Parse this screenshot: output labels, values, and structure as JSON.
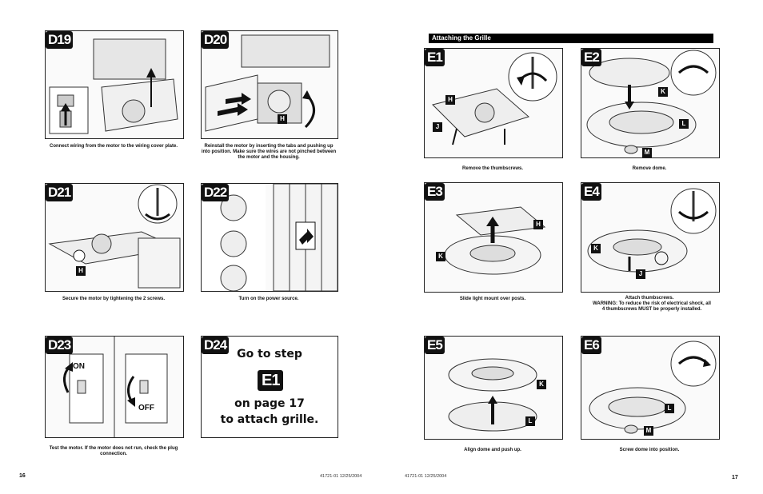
{
  "left_page": {
    "page_number": "16",
    "footer_id": "41721-01 12/25/2004",
    "steps": [
      {
        "id": "D19",
        "caption": "Connect wiring from the motor to the wiring cover plate.",
        "callouts": []
      },
      {
        "id": "D20",
        "caption": "Reinstall the motor by inserting the tabs and pushing up into position. Make sure the wires are not pinched between the motor and the housing.",
        "callouts": [
          "H"
        ]
      },
      {
        "id": "D21",
        "caption": "Secure the motor by tightening the 2 screws.",
        "callouts": [
          "H"
        ]
      },
      {
        "id": "D22",
        "caption": "Turn on the power source.",
        "callouts": []
      },
      {
        "id": "D23",
        "caption": "Test the motor. If the motor does not run, check the plug connection.",
        "switch_on": "ON",
        "switch_off": "OFF"
      },
      {
        "id": "D24",
        "goto_line1": "Go to step",
        "goto_step": "E1",
        "goto_line2": "on page 17",
        "goto_line3": "to attach grille."
      }
    ]
  },
  "right_page": {
    "page_number": "17",
    "footer_id": "41721-01 12/25/2004",
    "section_title": "Attaching the Grille",
    "steps": [
      {
        "id": "E1",
        "caption": "Remove the thumbscrews.",
        "callouts": [
          "H",
          "J"
        ]
      },
      {
        "id": "E2",
        "caption": "Remove dome.",
        "callouts": [
          "K",
          "L",
          "M"
        ]
      },
      {
        "id": "E3",
        "caption": "Slide light mount over posts.",
        "callouts": [
          "H",
          "K"
        ]
      },
      {
        "id": "E4",
        "caption": "Attach thumbscrews.",
        "warning": "WARNING: To reduce the risk of electrical shock, all 4 thumbscrews MUST be properly installed.",
        "callouts": [
          "K",
          "J"
        ]
      },
      {
        "id": "E5",
        "caption": "Align dome and push up.",
        "callouts": [
          "K",
          "L"
        ]
      },
      {
        "id": "E6",
        "caption": "Screw dome into position.",
        "callouts": [
          "L",
          "M"
        ]
      }
    ]
  }
}
